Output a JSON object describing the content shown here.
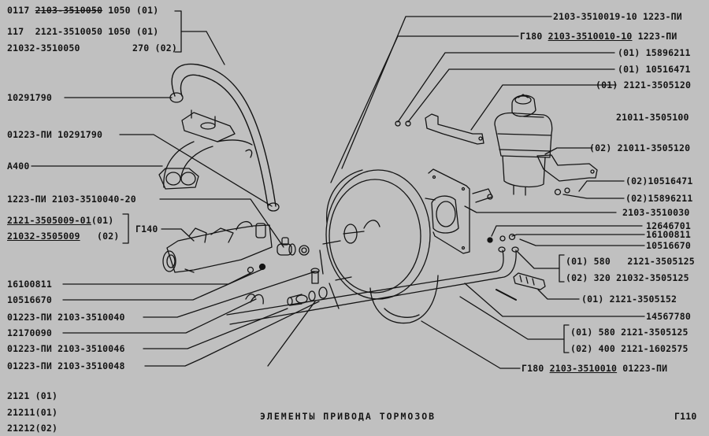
{
  "diagram": {
    "title": "ЭЛЕМЕНТЫ ПРИВОДА ТОРМОЗОВ",
    "page_code": "Г110",
    "colors": {
      "background": "#c0c0c0",
      "ink": "#141414"
    },
    "model_legend": [
      "2121 (01)",
      "21211(01)",
      "21212(02)"
    ],
    "left_labels": {
      "hose_group": [
        {
          "prefix": "0117",
          "part": "2103-3510050",
          "qty": "1050",
          "variant": "(01)",
          "struck": true
        },
        {
          "prefix": "117",
          "part": "2121-3510050",
          "qty": "1050",
          "variant": "(01)",
          "struck": false
        },
        {
          "prefix": "",
          "part": "21032-3510050",
          "qty": "270",
          "variant": "(02)",
          "struck": false
        }
      ],
      "clamp_top": "10291790",
      "clamp_bottom": "01223-ПИ 10291790",
      "manifold": "А400",
      "union": "1223-ПИ 2103-3510040-20",
      "master_cylinder_group": [
        {
          "part": "2121-3505009-01",
          "variant": "(01)"
        },
        {
          "part": "21032-3505009",
          "variant": "(02)"
        }
      ],
      "master_cylinder_code": "Г140",
      "washer_1": "16100811",
      "nut_1": "10516670",
      "fitting": "01223-ПИ 2103-3510040",
      "clamp_small": "12170090",
      "bolt": "01223-ПИ 2103-3510046",
      "washer_2": "01223-ПИ 2103-3510048"
    },
    "right_labels": {
      "valve": "2103-3510019-10 1223-ПИ",
      "booster": {
        "code": "Г180",
        "part": "2103-3510010-10",
        "suffix": "1223-ПИ"
      },
      "nut_01": "(01) 15896211",
      "washer_01": "(01) 10516471",
      "bracket_01": "(01) 2121-3505120",
      "reservoir": "21011-3505100",
      "bracket_02": "(02) 21011-3505120",
      "washer_02": "(02)10516471",
      "nut_02": "(02)15896211",
      "gasket": "2103-3510030",
      "nut_a": "12646701",
      "washer_a": "16100811",
      "nut_b": "10516670",
      "tube_group_1": [
        {
          "variant": "(01)",
          "length": "580",
          "part": "2121-3505125"
        },
        {
          "variant": "(02)",
          "length": "320",
          "part": "21032-3505125"
        }
      ],
      "clip": "(01) 2121-3505152",
      "pin": "14567780",
      "tube_group_2": [
        {
          "variant": "(01)",
          "length": "580",
          "part": "2121-3505125"
        },
        {
          "variant": "(02)",
          "length": "400",
          "part": "2121-1602575"
        }
      ],
      "booster_assembly": {
        "code": "Г180",
        "part": "2103-3510010",
        "suffix": "01223-ПИ"
      }
    }
  }
}
